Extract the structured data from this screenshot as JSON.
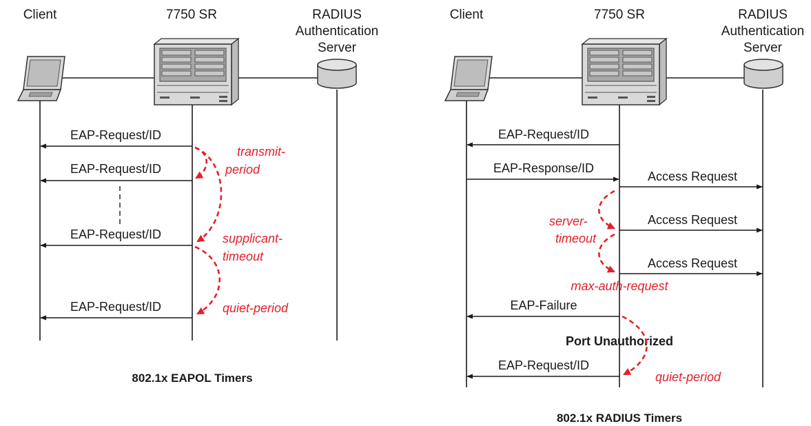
{
  "left": {
    "headers": {
      "client": "Client",
      "router": "7750 SR",
      "radius_1": "RADIUS",
      "radius_2": "Authentication",
      "radius_3": "Server"
    },
    "messages": [
      "EAP-Request/ID",
      "EAP-Request/ID",
      "EAP-Request/ID",
      "EAP-Request/ID"
    ],
    "timers": {
      "transmit_1": "transmit-",
      "transmit_2": "period",
      "supplicant_1": "supplicant-",
      "supplicant_2": "timeout",
      "quiet": "quiet-period"
    },
    "caption": "802.1x EAPOL Timers"
  },
  "right": {
    "headers": {
      "client": "Client",
      "router": "7750 SR",
      "radius_1": "RADIUS",
      "radius_2": "Authentication",
      "radius_3": "Server"
    },
    "messages": {
      "req1": "EAP-Request/ID",
      "resp": "EAP-Response/ID",
      "access1": "Access Request",
      "access2": "Access Request",
      "access3": "Access Request",
      "failure": "EAP-Failure",
      "req2": "EAP-Request/ID"
    },
    "timers": {
      "server_1": "server-",
      "server_2": "timeout",
      "max_auth": "max-auth-request",
      "quiet": "quiet-period"
    },
    "port_status": "Port Unauthorized",
    "caption": "802.1x RADIUS Timers"
  },
  "colors": {
    "timer": "#e3202a",
    "ink": "#1a1a1a",
    "device_fill": "#d9d9d9"
  },
  "icons": [
    "laptop-icon",
    "router-chassis-icon",
    "database-server-icon"
  ]
}
